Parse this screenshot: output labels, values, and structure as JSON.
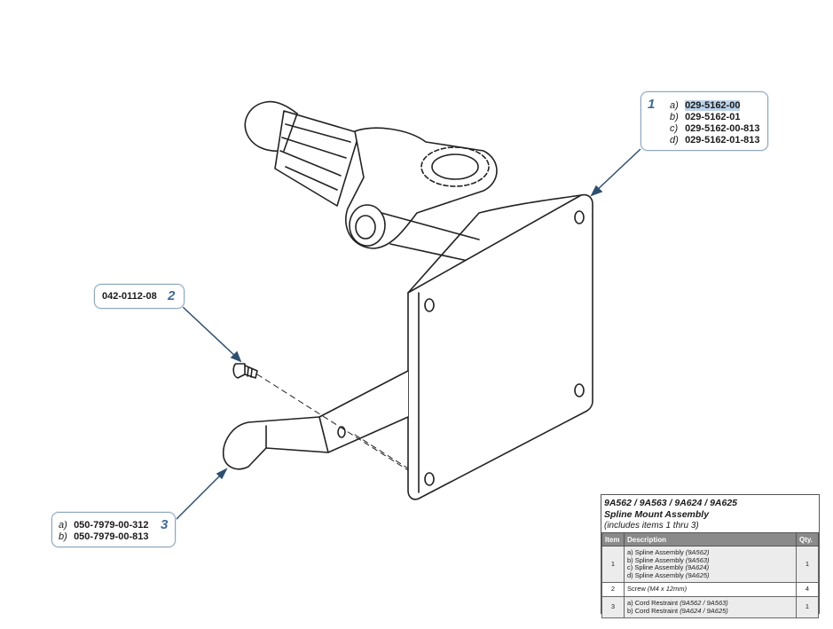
{
  "callouts": {
    "c1": {
      "number": "1",
      "parts": [
        {
          "letter": "a)",
          "pn": "029-5162-00",
          "highlighted": true
        },
        {
          "letter": "b)",
          "pn": "029-5162-01"
        },
        {
          "letter": "c)",
          "pn": "029-5162-00-813"
        },
        {
          "letter": "d)",
          "pn": "029-5162-01-813"
        }
      ]
    },
    "c2": {
      "number": "2",
      "pn": "042-0112-08"
    },
    "c3": {
      "number": "3",
      "parts": [
        {
          "letter": "a)",
          "pn": "050-7979-00-312"
        },
        {
          "letter": "b)",
          "pn": "050-7979-00-813"
        }
      ]
    }
  },
  "bom": {
    "models": "9A562 / 9A563 / 9A624 / 9A625",
    "title": "Spline Mount Assembly",
    "subtitle": "(includes items 1 thru 3)",
    "headers": {
      "item": "Item",
      "description": "Description",
      "qty": "Qty."
    },
    "rows": [
      {
        "item": "1",
        "qty": "1",
        "lines": [
          {
            "text": "a) Spline Assembly ",
            "note": "(9A562)"
          },
          {
            "text": "b) Spline Assembly ",
            "note": "(9A563)"
          },
          {
            "text": "c) Spline Assembly ",
            "note": "(9A624)"
          },
          {
            "text": "d) Spline Assembly ",
            "note": "(9A625)"
          }
        ]
      },
      {
        "item": "2",
        "qty": "4",
        "lines": [
          {
            "text": "Screw ",
            "note": "(M4 x 12mm)"
          }
        ]
      },
      {
        "item": "3",
        "qty": "1",
        "lines": [
          {
            "text": "a) Cord Restraint ",
            "note": "(9A562 / 9A563)"
          },
          {
            "text": "b) Cord Restraint ",
            "note": "(9A624 / 9A625)"
          }
        ]
      }
    ]
  },
  "colors": {
    "callout_border": "#8ea6bd",
    "callout_number": "#3f6a93",
    "leader": "#2e4f6e",
    "highlight": "#bcd3ea"
  }
}
